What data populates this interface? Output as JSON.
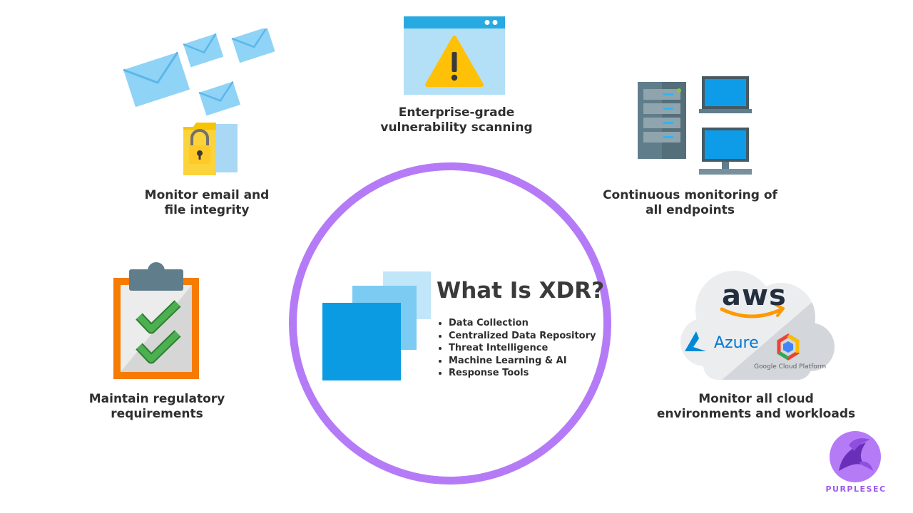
{
  "center": {
    "title": "What Is XDR?",
    "bullets": [
      "Data Collection",
      "Centralized Data Repository",
      "Threat Intelligence",
      "Machine Learning & AI",
      "Response Tools"
    ]
  },
  "features": {
    "email": "Monitor email and\nfile integrity",
    "vulnerability": "Enterprise-grade\nvulnerability scanning",
    "endpoints": "Continuous monitoring of\nall endpoints",
    "regulatory": "Maintain regulatory\nrequirements",
    "cloud": "Monitor all cloud\nenvironments and workloads"
  },
  "cloud_brands": {
    "aws": "aws",
    "azure": "Azure",
    "gcp": "Google Cloud Platform"
  },
  "logo": {
    "text": "PURPLESEC"
  },
  "colors": {
    "ring": "#b57bf7",
    "square_front": "#0a9be3",
    "square_mid": "#7ccbf2",
    "square_back": "#c2e6f9",
    "check_green": "#4caf50",
    "clipboard_orange": "#f57c00"
  }
}
